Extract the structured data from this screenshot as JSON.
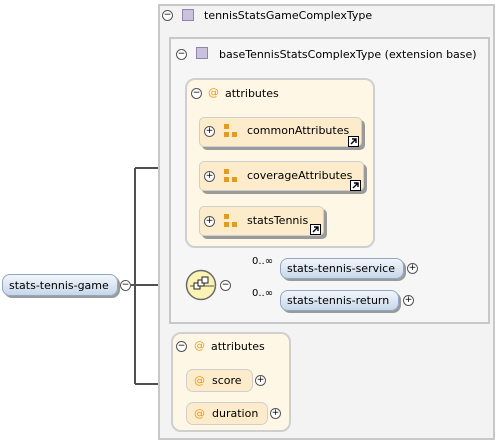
{
  "root": {
    "label": "stats-tennis-game"
  },
  "complex_type": {
    "label": "tennisStatsGameComplexType"
  },
  "base_type": {
    "label": "baseTennisStatsComplexType (extension base)"
  },
  "base_attributes": {
    "label": "attributes",
    "items": [
      "commonAttributes",
      "coverageAttributes",
      "statsTennis"
    ]
  },
  "sequence": {
    "items": [
      {
        "label": "stats-tennis-service",
        "cardinality": "0..∞"
      },
      {
        "label": "stats-tennis-return",
        "cardinality": "0..∞"
      }
    ]
  },
  "own_attributes": {
    "label": "attributes",
    "items": [
      "score",
      "duration"
    ]
  }
}
